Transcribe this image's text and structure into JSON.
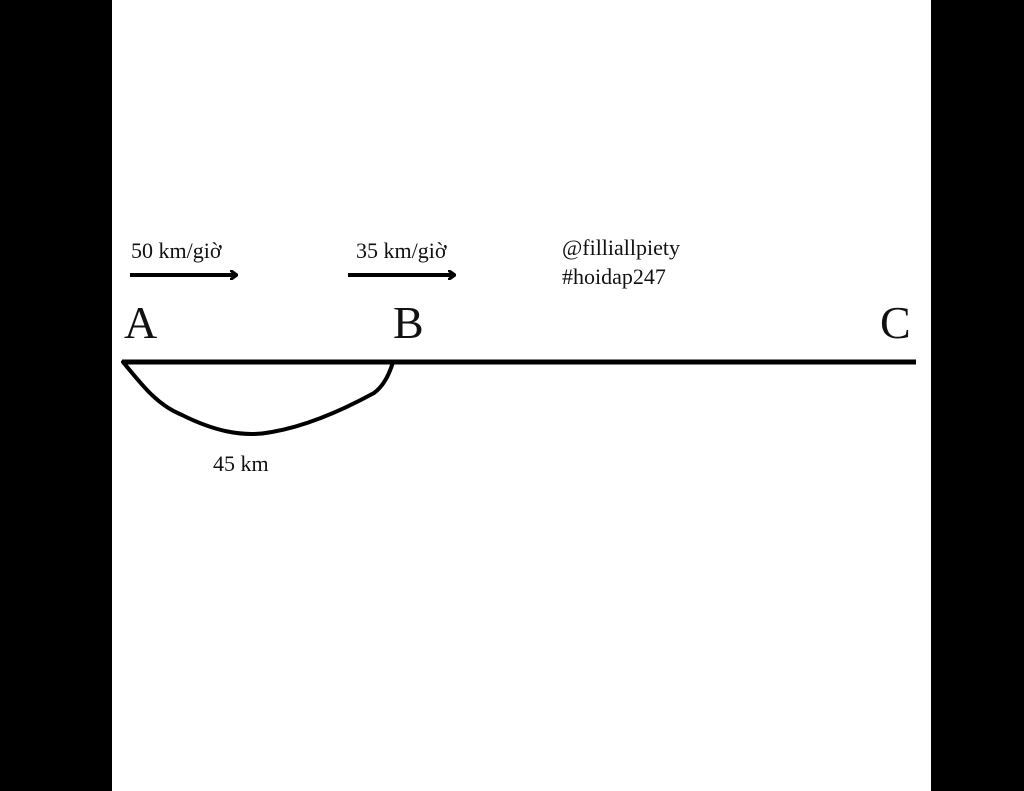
{
  "colors": {
    "background_outer": "#000000",
    "canvas": "#ffffff",
    "stroke": "#000000"
  },
  "points": {
    "a": "A",
    "b": "B",
    "c": "C"
  },
  "speeds": {
    "from_a": "50 km/giờ",
    "from_b": "35 km/giờ"
  },
  "distance_ab": "45 km",
  "watermark": {
    "handle": "@filliallpiety",
    "tag": "#hoidap247"
  }
}
